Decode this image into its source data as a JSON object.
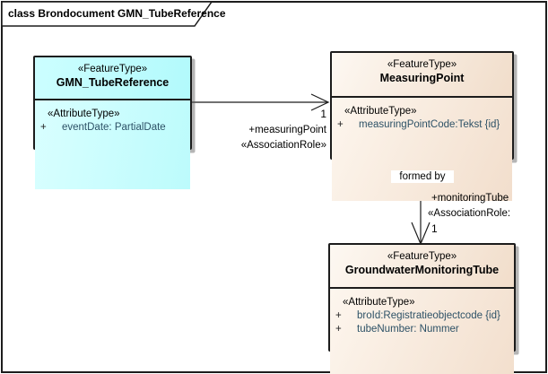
{
  "frame": {
    "title": "class Brondocument GMN_TubeReference"
  },
  "classes": [
    {
      "stereotype": "«FeatureType»",
      "name": "GMN_TubeReference",
      "compartment_stereotype": "«AttributeType»",
      "attributes": [
        {
          "visibility": "+",
          "text": "eventDate: PartialDate"
        }
      ],
      "fill": "#c6fdfe"
    },
    {
      "stereotype": "«FeatureType»",
      "name": "MeasuringPoint",
      "compartment_stereotype": "«AttributeType»",
      "attributes": [
        {
          "visibility": "+",
          "text": "measuringPointCode:Tekst {id}"
        }
      ],
      "fill": "#f6e8d9"
    },
    {
      "stereotype": "«FeatureType»",
      "name": "GroundwaterMonitoringTube",
      "compartment_stereotype": "«AttributeType»",
      "attributes": [
        {
          "visibility": "+",
          "text": "broId:Registratieobjectcode {id}"
        },
        {
          "visibility": "+",
          "text": "tubeNumber: Nummer"
        }
      ],
      "fill": "#f6e8d9"
    }
  ],
  "connectors": [
    {
      "from": "GMN_TubeReference",
      "to": "MeasuringPoint",
      "multiplicity": "1",
      "role": "+measuringPoint",
      "stereotype": "«AssociationRole»"
    },
    {
      "from": "MeasuringPoint",
      "to": "GroundwaterMonitoringTube",
      "name": "formed by",
      "role": "+monitoringTube",
      "stereotype": "«AssociationRole:",
      "multiplicity": "1"
    }
  ],
  "colors": {
    "border": "#1c1c1c",
    "cyan_fill": "#c6fdfe",
    "beige_fill_light": "#fdf7f0",
    "beige_fill_dark": "#f0dcc9",
    "attribute_text": "#2d5166",
    "text": "#000000",
    "background": "#ffffff"
  }
}
